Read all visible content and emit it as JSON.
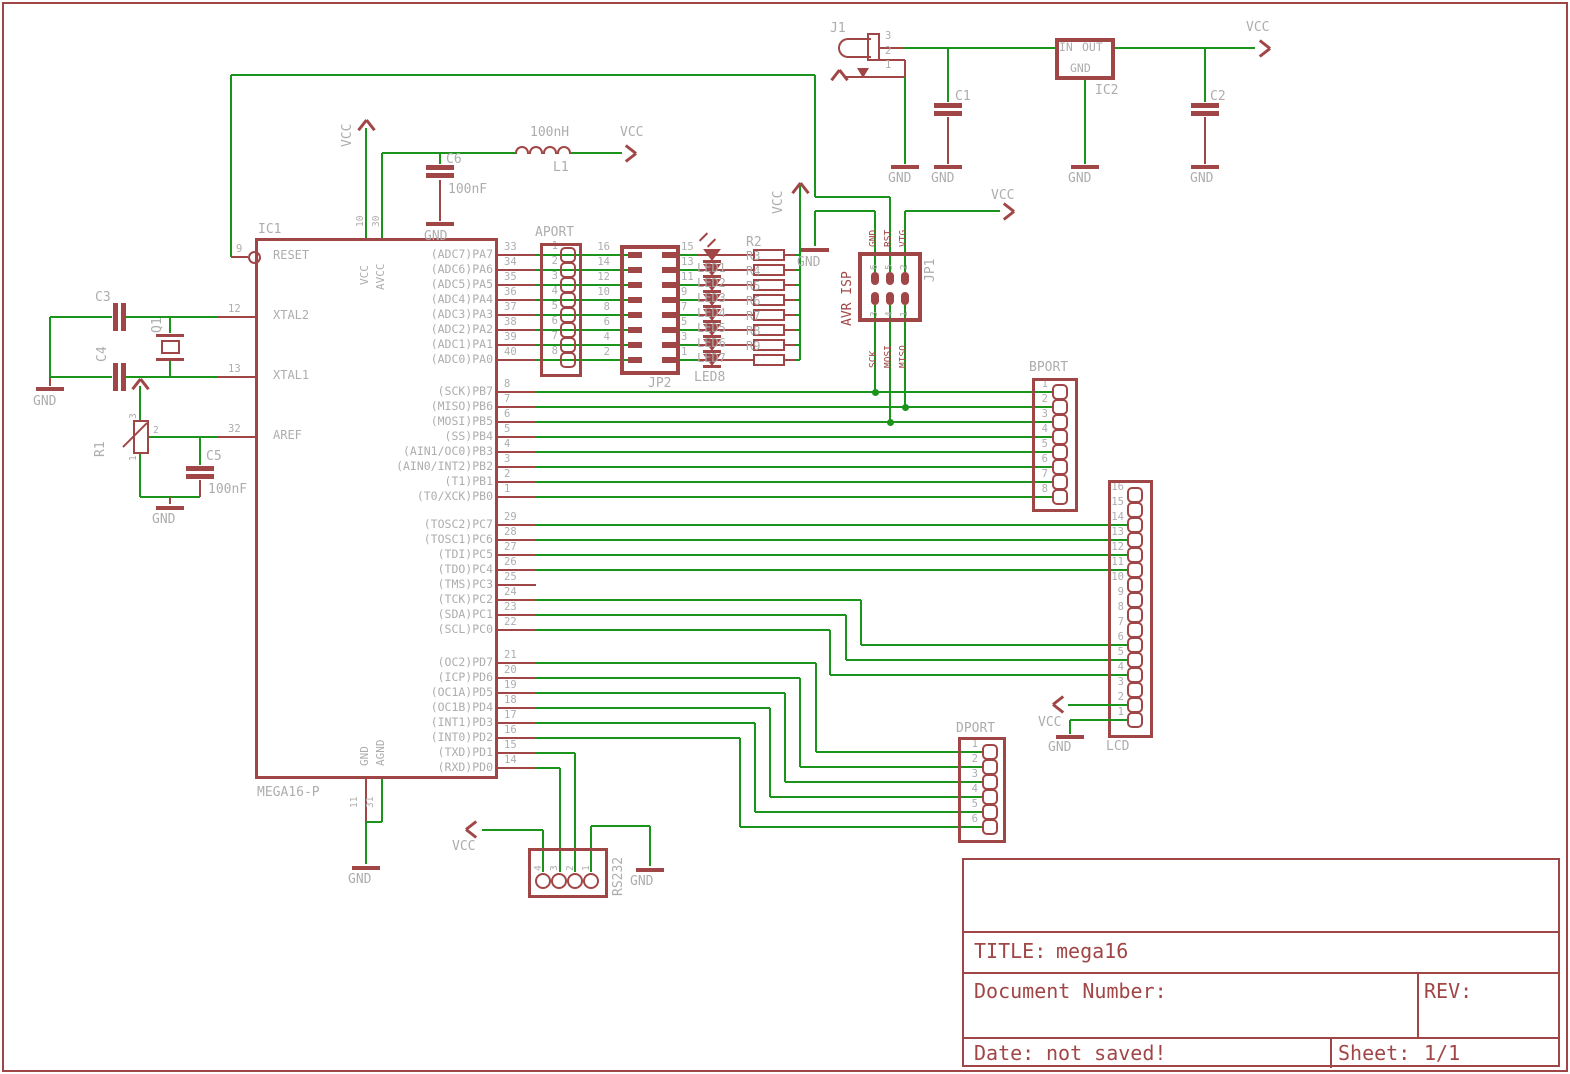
{
  "colors": {
    "wire_green": "#1A941A",
    "component_red": "#A14646",
    "label_gray": "#ADADAD",
    "title_red": "#A14646"
  },
  "nets": {
    "vcc": "VCC",
    "gnd": "GND"
  },
  "ic1": {
    "ref": "IC1",
    "part": "MEGA16-P",
    "left_pins": [
      {
        "num": "9",
        "name": "RESET"
      },
      {
        "num": "12",
        "name": "XTAL2"
      },
      {
        "num": "13",
        "name": "XTAL1"
      },
      {
        "num": "32",
        "name": "AREF"
      }
    ],
    "top_pins": [
      {
        "num": "10",
        "name": "VCC"
      },
      {
        "num": "30",
        "name": "AVCC"
      }
    ],
    "bottom_pins": [
      {
        "num": "11",
        "name": "GND"
      },
      {
        "num": "31",
        "name": "AGND"
      }
    ],
    "pa_pins": [
      {
        "num": "33",
        "name": "(ADC7)PA7"
      },
      {
        "num": "34",
        "name": "(ADC6)PA6"
      },
      {
        "num": "35",
        "name": "(ADC5)PA5"
      },
      {
        "num": "36",
        "name": "(ADC4)PA4"
      },
      {
        "num": "37",
        "name": "(ADC3)PA3"
      },
      {
        "num": "38",
        "name": "(ADC2)PA2"
      },
      {
        "num": "39",
        "name": "(ADC1)PA1"
      },
      {
        "num": "40",
        "name": "(ADC0)PA0"
      }
    ],
    "pb_pins": [
      {
        "num": "8",
        "name": "(SCK)PB7"
      },
      {
        "num": "7",
        "name": "(MISO)PB6"
      },
      {
        "num": "6",
        "name": "(MOSI)PB5"
      },
      {
        "num": "5",
        "name": "(SS)PB4"
      },
      {
        "num": "4",
        "name": "(AIN1/OC0)PB3"
      },
      {
        "num": "3",
        "name": "(AIN0/INT2)PB2"
      },
      {
        "num": "2",
        "name": "(T1)PB1"
      },
      {
        "num": "1",
        "name": "(T0/XCK)PB0"
      }
    ],
    "pc_pins": [
      {
        "num": "29",
        "name": "(TOSC2)PC7"
      },
      {
        "num": "28",
        "name": "(TOSC1)PC6"
      },
      {
        "num": "27",
        "name": "(TDI)PC5"
      },
      {
        "num": "26",
        "name": "(TDO)PC4"
      },
      {
        "num": "25",
        "name": "(TMS)PC3"
      },
      {
        "num": "24",
        "name": "(TCK)PC2"
      },
      {
        "num": "23",
        "name": "(SDA)PC1"
      },
      {
        "num": "22",
        "name": "(SCL)PC0"
      }
    ],
    "pd_pins": [
      {
        "num": "21",
        "name": "(OC2)PD7"
      },
      {
        "num": "20",
        "name": "(ICP)PD6"
      },
      {
        "num": "19",
        "name": "(OC1A)PD5"
      },
      {
        "num": "18",
        "name": "(OC1B)PD4"
      },
      {
        "num": "17",
        "name": "(INT1)PD3"
      },
      {
        "num": "16",
        "name": "(INT0)PD2"
      },
      {
        "num": "15",
        "name": "(TXD)PD1"
      },
      {
        "num": "14",
        "name": "(RXD)PD0"
      }
    ]
  },
  "aport": {
    "ref": "APORT",
    "pins": [
      "1",
      "2",
      "3",
      "4",
      "5",
      "6",
      "7",
      "8"
    ]
  },
  "jp2": {
    "ref": "JP2",
    "left_pins": [
      "16",
      "14",
      "12",
      "10",
      "8",
      "6",
      "4",
      "2"
    ],
    "right_pins": [
      "15",
      "13",
      "11",
      "9",
      "7",
      "5",
      "3",
      "1"
    ]
  },
  "led8": {
    "ref": "LED8",
    "led_names": [
      "LED1",
      "LED2",
      "LED3",
      "LED4",
      "LED5",
      "LED6",
      "LED7"
    ]
  },
  "rnet": {
    "ref": "R2",
    "resistor_names": [
      "R3",
      "R4",
      "R5",
      "R6",
      "R7",
      "R8",
      "R9"
    ]
  },
  "jp1": {
    "ref": "JP1",
    "title": "AVR ISP",
    "top_signals": [
      "GND",
      "RST",
      "VTG"
    ],
    "top_pins": [
      "6",
      "5",
      "2"
    ],
    "bottom_signals": [
      "SCK",
      "MOSI",
      "MISO"
    ],
    "bottom_pins": [
      "3",
      "4",
      "1"
    ]
  },
  "bport": {
    "ref": "BPORT",
    "pins": [
      "1",
      "2",
      "3",
      "4",
      "5",
      "6",
      "7",
      "8"
    ]
  },
  "lcd": {
    "ref": "LCD",
    "pins": [
      "16",
      "15",
      "14",
      "13",
      "12",
      "11",
      "10",
      "9",
      "8",
      "7",
      "6",
      "5",
      "4",
      "3",
      "2",
      "1"
    ]
  },
  "dport": {
    "ref": "DPORT",
    "pins": [
      "1",
      "2",
      "3",
      "4",
      "5",
      "6"
    ]
  },
  "rs232": {
    "ref": "RS232",
    "pins": [
      "4",
      "3",
      "2",
      "1"
    ]
  },
  "j1": {
    "ref": "J1",
    "pins": [
      "3",
      "2",
      "1"
    ]
  },
  "ic2": {
    "ref": "IC2",
    "pin_in": "IN",
    "pin_out": "OUT",
    "pin_gnd": "GND"
  },
  "caps": {
    "c1": "C1",
    "c2": "C2",
    "c3": "C3",
    "c4": "C4",
    "c5": {
      "ref": "C5",
      "value": "100nF"
    },
    "c6": {
      "ref": "C6",
      "value": "100nF"
    }
  },
  "l1": {
    "ref": "L1",
    "value": "100nH"
  },
  "q1": {
    "ref": "Q1"
  },
  "r1": {
    "ref": "R1",
    "pin_nums": [
      "3",
      "2",
      "1"
    ]
  },
  "titleblock": {
    "title_label": "TITLE:",
    "title_value": "mega16",
    "doc_label": "Document Number:",
    "rev_label": "REV:",
    "date_label": "Date:",
    "date_value": "not saved!",
    "sheet_label": "Sheet:",
    "sheet_value": "1/1"
  }
}
